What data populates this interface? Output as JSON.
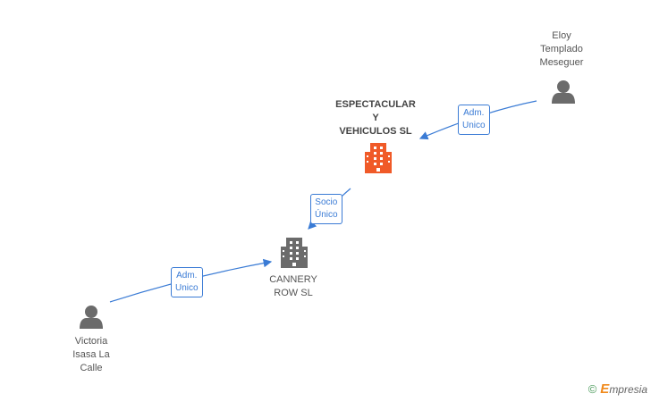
{
  "nodes": {
    "eloy": {
      "label": "Eloy\nTemplado\nMeseguer",
      "icon": "person-icon"
    },
    "espectacular": {
      "label": "ESPECTACULAR\nY\nVEHICULOS SL",
      "icon": "building-icon-highlight"
    },
    "cannery": {
      "label": "CANNERY\nROW SL",
      "icon": "building-icon"
    },
    "victoria": {
      "label": "Victoria\nIsasa La\nCalle",
      "icon": "person-icon"
    }
  },
  "edges": {
    "eloy_to_espectacular": "Adm.\nUnico",
    "espectacular_to_cannery": "Socio\nÚnico",
    "victoria_to_cannery": "Adm.\nUnico"
  },
  "brand": {
    "symbol": "©",
    "e": "E",
    "rest": "mpresia"
  },
  "colors": {
    "edge": "#3a7bd5",
    "highlight": "#f05a28",
    "neutral": "#6b6b6b"
  }
}
